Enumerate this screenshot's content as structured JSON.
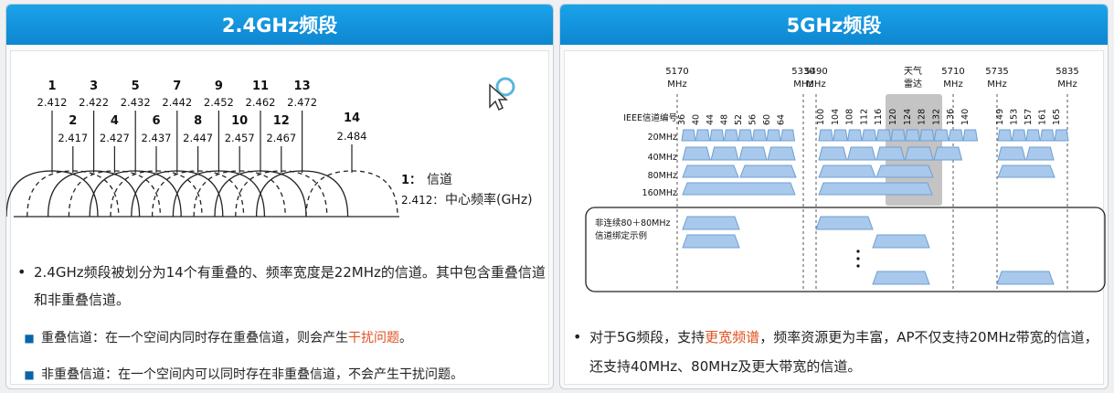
{
  "left": {
    "title": "2.4GHz频段",
    "channels_top": [
      {
        "ch": "1",
        "freq": "2.412"
      },
      {
        "ch": "3",
        "freq": "2.422"
      },
      {
        "ch": "5",
        "freq": "2.432"
      },
      {
        "ch": "7",
        "freq": "2.442"
      },
      {
        "ch": "9",
        "freq": "2.452"
      },
      {
        "ch": "11",
        "freq": "2.462"
      },
      {
        "ch": "13",
        "freq": "2.472"
      }
    ],
    "channels_bottom": [
      {
        "ch": "2",
        "freq": "2.417"
      },
      {
        "ch": "4",
        "freq": "2.427"
      },
      {
        "ch": "6",
        "freq": "2.437"
      },
      {
        "ch": "8",
        "freq": "2.447"
      },
      {
        "ch": "10",
        "freq": "2.457"
      },
      {
        "ch": "12",
        "freq": "2.467"
      }
    ],
    "channel_14": {
      "ch": "14",
      "freq": "2.484"
    },
    "legend": {
      "ch_key": "1：",
      "ch_desc": "信道",
      "freq_key": "2.412：",
      "freq_desc": "中心频率(GHz)"
    },
    "bullet_main": "2.4GHz频段被划分为14个有重叠的、频率宽度是22MHz的信道。其中包含重叠信道和非重叠信道。",
    "sub1_prefix": "重叠信道：在一个空间内同时存在重叠信道，则会产生",
    "sub1_highlight": "干扰问题",
    "sub1_suffix": "。",
    "sub2": "非重叠信道：在一个空间内可以同时存在非重叠信道，不会产生干扰问题。"
  },
  "right": {
    "title": "5GHz频段",
    "freq_markers": [
      {
        "value": "5170",
        "unit": "MHz"
      },
      {
        "value": "5330",
        "unit": "MHz"
      },
      {
        "value": "5490",
        "unit": "MHz"
      },
      {
        "value": "5710",
        "unit": "MHz"
      },
      {
        "value": "5735",
        "unit": "MHz"
      },
      {
        "value": "5835",
        "unit": "MHz"
      }
    ],
    "weather_radar": "天气",
    "weather_radar2": "雷达",
    "row_labels": [
      "IEEE信道编号",
      "20MHz",
      "40MHz",
      "80MHz",
      "160MHz"
    ],
    "channels_group1": [
      "36",
      "40",
      "44",
      "48",
      "52",
      "56",
      "60",
      "64"
    ],
    "channels_group2": [
      "100",
      "104",
      "108",
      "112",
      "116",
      "120",
      "124",
      "128",
      "132",
      "136",
      "140"
    ],
    "channels_group3": [
      "149",
      "153",
      "157",
      "161",
      "165"
    ],
    "non_contiguous_label1": "非连续80＋80MHz",
    "non_contiguous_label2": "信道绑定示例",
    "bullet_prefix": "对于5G频段，支持",
    "bullet_highlight": "更宽频谱",
    "bullet_suffix": "，频率资源更为丰富，AP不仅支持20MHz带宽的信道，还支持40MHz、80MHz及更大带宽的信道。"
  },
  "colors": {
    "header": "#1195e0",
    "trap": "#a8c8ec",
    "trap_border": "#6f9fd2",
    "highlight": "#e0501f",
    "shade": "#c4c4c4"
  }
}
